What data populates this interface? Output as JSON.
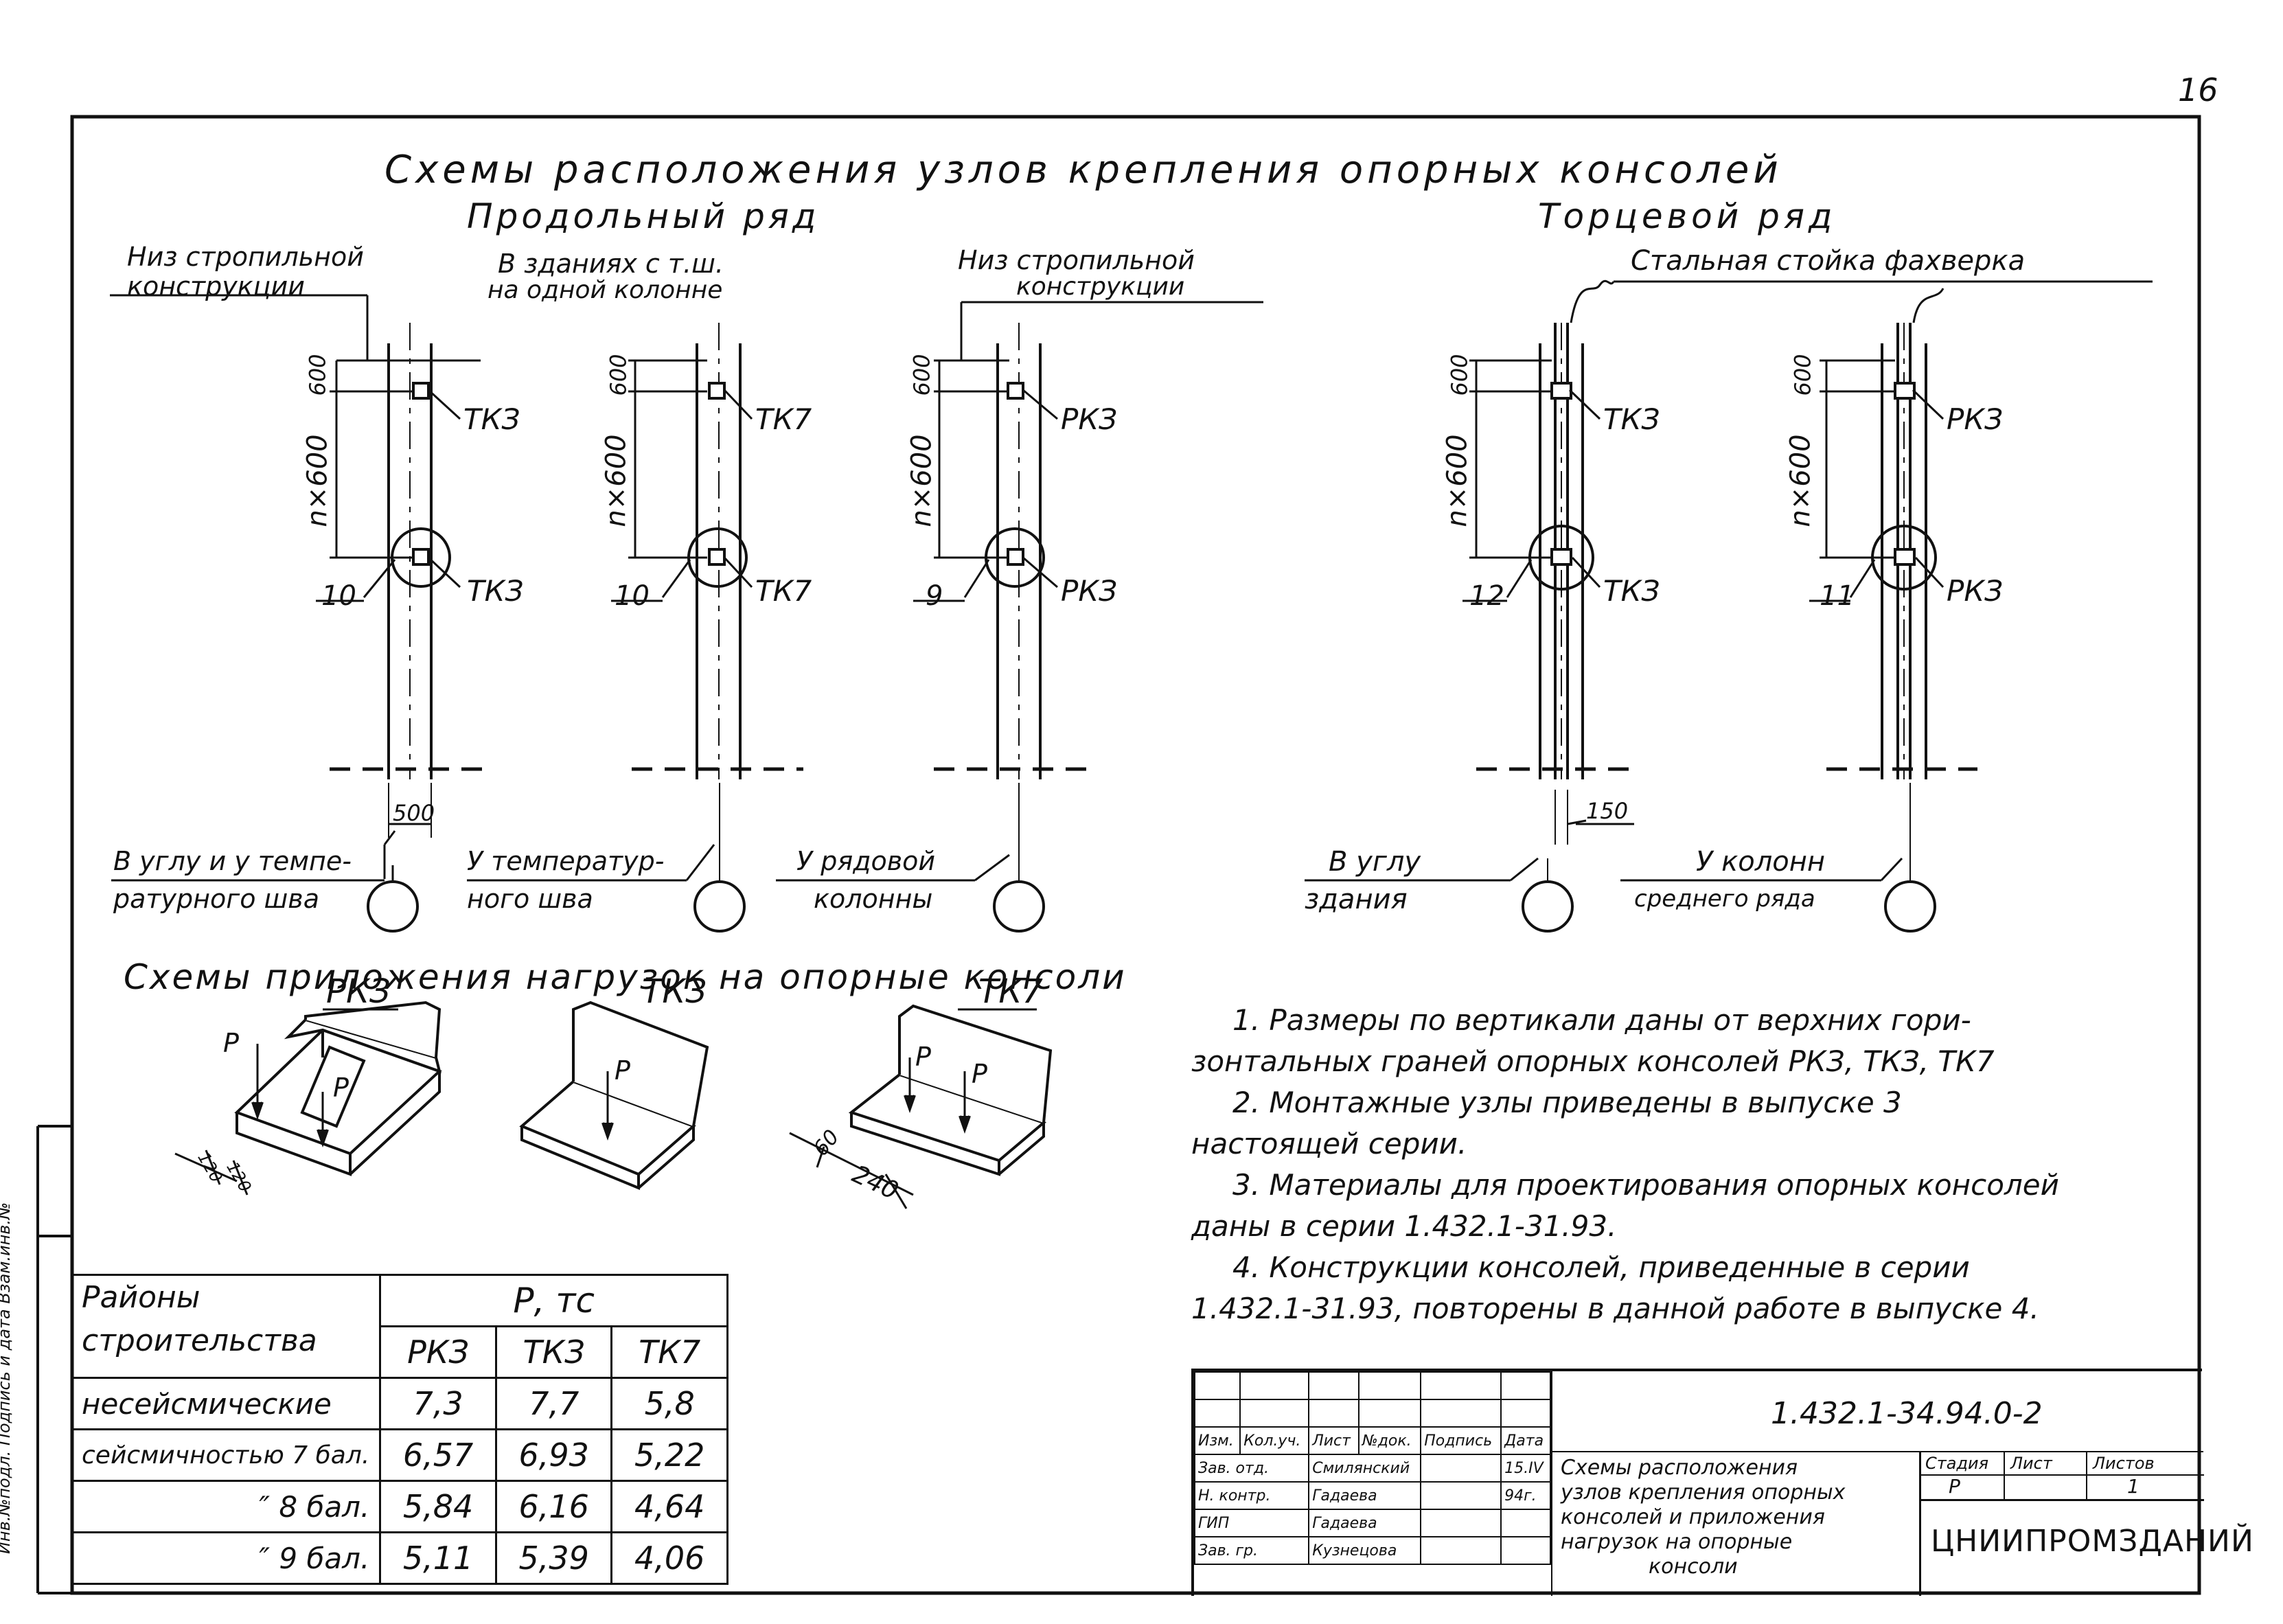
{
  "page_number": "16",
  "header": {
    "title": "Схемы расположения узлов крепления опорных консолей",
    "subtitle_left": "Продольный ряд",
    "subtitle_right": "Торцевой ряд"
  },
  "callouts": {
    "niz1": [
      "Низ стропильной",
      "конструкции"
    ],
    "zdaniyah": [
      "В зданиях с т.ш.",
      "на одной колонне"
    ],
    "niz2": [
      "Низ стропильной",
      "конструкции"
    ],
    "stoyka": "Стальная стойка фахверка"
  },
  "columns": [
    {
      "top_mark": "ТКЗ",
      "bottom_mark": "ТКЗ",
      "node": "10",
      "dim_top": "600",
      "dim_n": "n×600",
      "label": [
        "В углу и у темпе-",
        "ратурного шва"
      ]
    },
    {
      "top_mark": "ТК7",
      "bottom_mark": "ТК7",
      "node": "10",
      "dim_top": "600",
      "dim_n": "n×600",
      "label": [
        "У температур-",
        "ного шва"
      ]
    },
    {
      "top_mark": "РКЗ",
      "bottom_mark": "РКЗ",
      "node": "9",
      "dim_top": "600",
      "dim_n": "n×600",
      "label": [
        "У рядовой",
        "колонны"
      ]
    },
    {
      "top_mark": "ТКЗ",
      "bottom_mark": "ТКЗ",
      "node": "12",
      "dim_top": "600",
      "dim_n": "n×600",
      "label": [
        "В углу",
        "здания"
      ]
    },
    {
      "top_mark": "РКЗ",
      "bottom_mark": "РКЗ",
      "node": "11",
      "dim_top": "600",
      "dim_n": "n×600",
      "label": [
        "У колонн",
        "среднего ряда"
      ]
    }
  ],
  "dim_500": "500",
  "dim_150": "150",
  "loads_title": "Схемы приложения нагрузок на опорные консоли",
  "consoles": [
    {
      "name": "РКЗ",
      "force": "P",
      "dims": [
        "120",
        "120"
      ]
    },
    {
      "name": "ТКЗ",
      "force": "P",
      "dims": []
    },
    {
      "name": "ТК7",
      "force": "P",
      "dims": [
        "60",
        "240"
      ]
    }
  ],
  "notes": [
    "1. Размеры по вертикали даны от верхних гори-",
    "зонтальных граней опорных консолей РКЗ, ТКЗ, ТК7",
    "2. Монтажные узлы приведены в выпуске 3",
    "настоящей серии.",
    "3. Материалы для проектирования опорных консолей",
    "даны в серии 1.432.1-31.93.",
    "4. Конструкции консолей, приведенные в серии",
    "1.432.1-31.93, повторены в данной работе в выпуске 4."
  ],
  "load_table": {
    "header_left": [
      "Районы",
      "строительства"
    ],
    "header_right": "Р, тс",
    "columns": [
      "РКЗ",
      "ТКЗ",
      "ТК7"
    ],
    "rows": [
      {
        "label": "несейсмические",
        "values": [
          "7,3",
          "7,7",
          "5,8"
        ]
      },
      {
        "label": "сейсмичностью 7 бал.",
        "values": [
          "6,57",
          "6,93",
          "5,22"
        ]
      },
      {
        "label": "″ 8 бал.",
        "values": [
          "5,84",
          "6,16",
          "4,64"
        ]
      },
      {
        "label": "″ 9 бал.",
        "values": [
          "5,11",
          "5,39",
          "4,06"
        ]
      }
    ]
  },
  "title_block": {
    "code": "1.432.1-34.94.0-2",
    "col_heads": [
      "Изм.",
      "Кол.уч.",
      "Лист",
      "№док.",
      "Подпись",
      "Дата"
    ],
    "people": [
      {
        "role": "Зав. отд.",
        "name": "Смилянский",
        "date": "15.IV"
      },
      {
        "role": "Н. контр.",
        "name": "Гадаева",
        "date": "94г."
      },
      {
        "role": "ГИП",
        "name": "Гадаева",
        "date": ""
      },
      {
        "role": "Зав. гр.",
        "name": "Кузнецова",
        "date": ""
      }
    ],
    "doc_title": [
      "Схемы расположения",
      "узлов крепления опорных",
      "консолей и приложения",
      "нагрузок на опорные",
      "консоли"
    ],
    "stage_head": "Стадия",
    "sheet_head": "Лист",
    "sheets_head": "Листов",
    "stage": "Р",
    "sheet": "1",
    "org": "ЦНИИПРОМЗДАНИЙ"
  },
  "margin_stamp": "Инв.№подл. Подпись и дата Взам.инв.№"
}
